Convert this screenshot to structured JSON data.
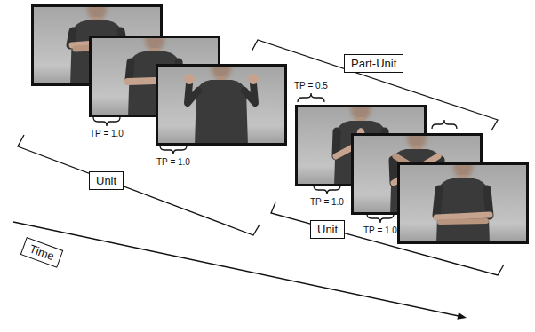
{
  "diagram": {
    "nodes": [
      {
        "text": [
          "Part-Unit"
        ]
      },
      {
        "text": [
          "Unit"
        ]
      },
      {
        "text": [
          "Unit"
        ]
      },
      {
        "text": [
          "Time"
        ]
      }
    ],
    "labels": [
      "TP = 1.0",
      "TP = 1.0",
      "TP = 0.5",
      "TP = 1.0",
      "TP = 1.0"
    ]
  }
}
